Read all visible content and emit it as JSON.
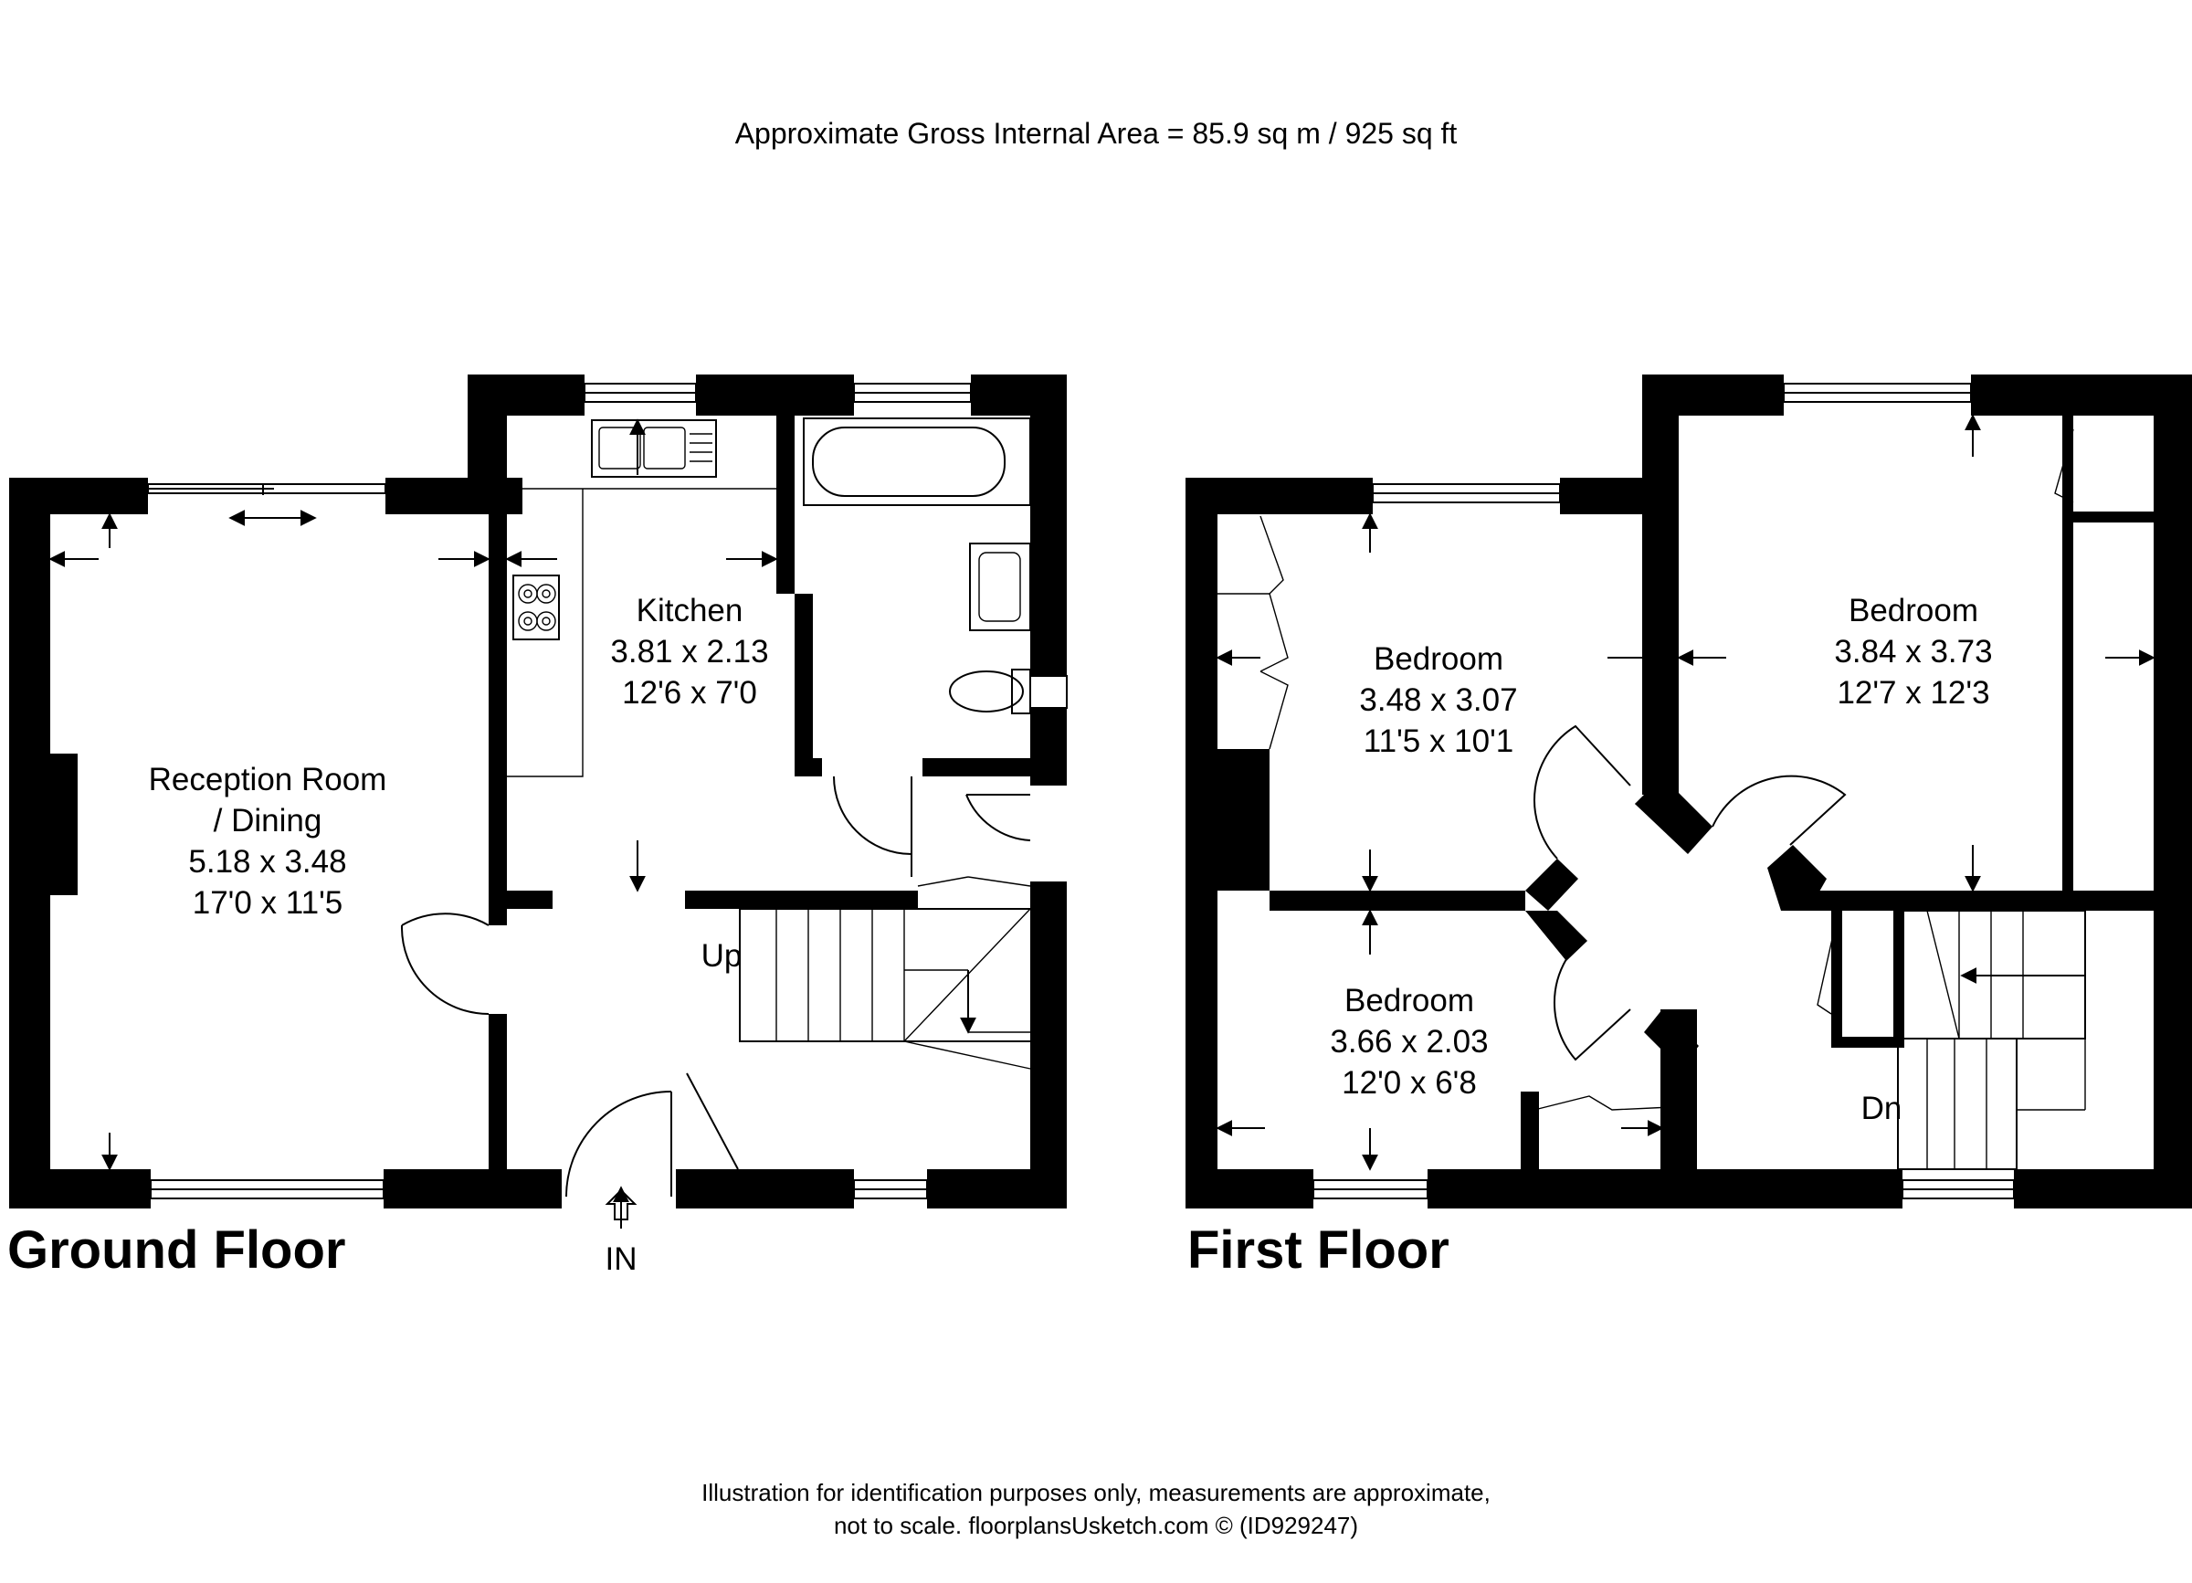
{
  "header": {
    "area": "Approximate Gross Internal Area = 85.9 sq m / 925 sq ft"
  },
  "floors": [
    {
      "title": "Ground Floor",
      "rooms": [
        {
          "name_line1": "Reception Room",
          "name_line2": "/ Dining",
          "metric": "5.18 x 3.48",
          "imperial": "17'0 x 11'5"
        },
        {
          "name_line1": "Kitchen",
          "metric": "3.81 x 2.13",
          "imperial": "12'6 x 7'0"
        }
      ],
      "labels": {
        "stairs": "Up",
        "entrance": "IN"
      }
    },
    {
      "title": "First Floor",
      "rooms": [
        {
          "name_line1": "Bedroom",
          "metric": "3.48 x 3.07",
          "imperial": "11'5 x 10'1"
        },
        {
          "name_line1": "Bedroom",
          "metric": "3.84 x 3.73",
          "imperial": "12'7 x 12'3"
        },
        {
          "name_line1": "Bedroom",
          "metric": "3.66 x 2.03",
          "imperial": "12'0 x 6'8"
        }
      ],
      "labels": {
        "stairs": "Dn"
      }
    }
  ],
  "footer": {
    "line1": "Illustration for identification purposes only, measurements are approximate,",
    "line2": "not to scale. floorplansUsketch.com © (ID929247)"
  }
}
